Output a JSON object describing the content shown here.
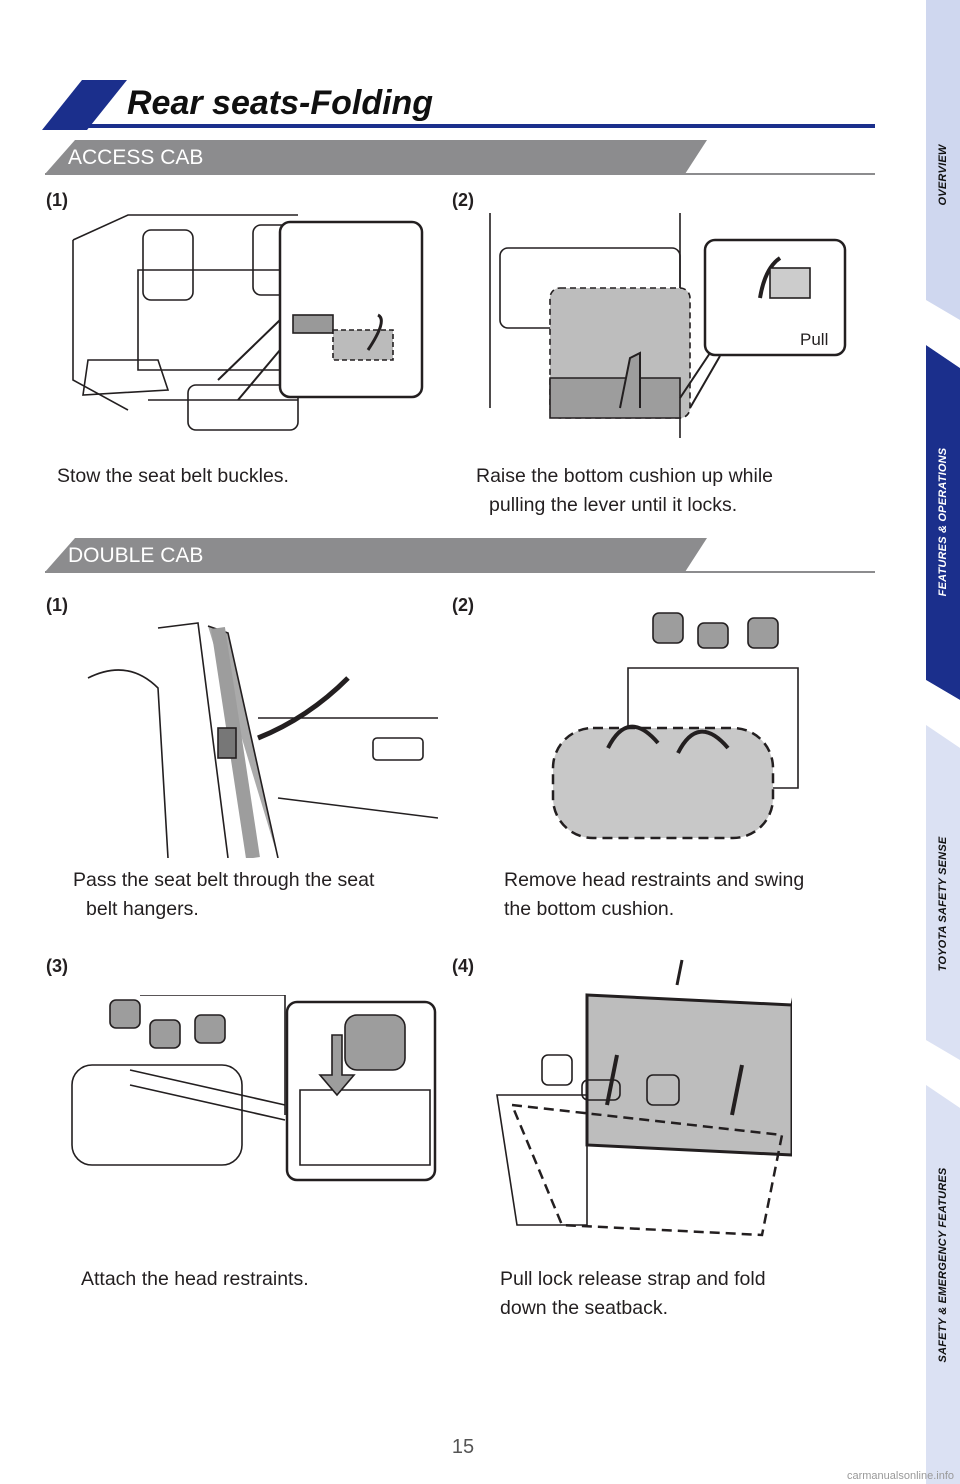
{
  "page": {
    "title": "Rear seats-Folding",
    "page_number": "15",
    "watermark": "carmanualsonline.info",
    "accent_color": "#1b2f8c",
    "section_bar_color": "#8c8c8e"
  },
  "sections": {
    "access_cab": {
      "label": "ACCESS CAB",
      "steps": [
        {
          "num": "(1)",
          "caption_lines": [
            "Stow the seat belt buckles."
          ]
        },
        {
          "num": "(2)",
          "callout_label": "Pull",
          "caption_lines": [
            "Raise the bottom cushion up while",
            "pulling the lever until it locks."
          ]
        }
      ]
    },
    "double_cab": {
      "label": "DOUBLE CAB",
      "steps": [
        {
          "num": "(1)",
          "caption_lines": [
            "Pass the seat belt through the seat",
            "belt hangers."
          ]
        },
        {
          "num": "(2)",
          "caption_lines": [
            "Remove head restraints and swing",
            "the bottom cushion."
          ]
        },
        {
          "num": "(3)",
          "caption_lines": [
            "Attach the head restraints."
          ]
        },
        {
          "num": "(4)",
          "caption_lines": [
            "Pull lock release strap and fold",
            "down the seatback."
          ]
        }
      ]
    }
  },
  "side_tabs": [
    {
      "label": "OVERVIEW",
      "active": false
    },
    {
      "label": "FEATURES & OPERATIONS",
      "active": true
    },
    {
      "label": "TOYOTA SAFETY SENSE",
      "active": false
    },
    {
      "label": "SAFETY & EMERGENCY FEATURES",
      "active": false
    }
  ]
}
